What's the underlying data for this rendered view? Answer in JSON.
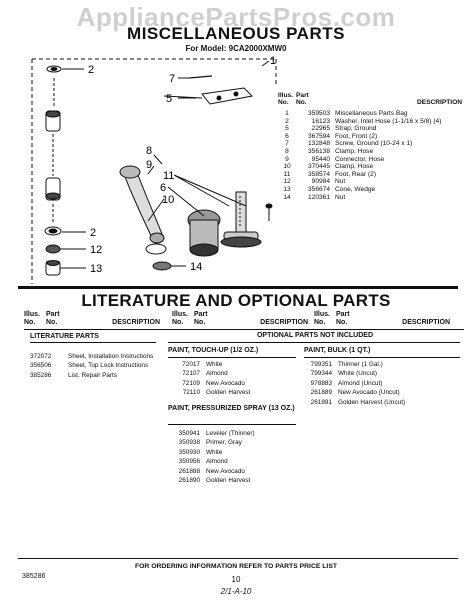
{
  "watermark": "AppliancePartsPros.com",
  "header": {
    "title": "MISCELLANEOUS PARTS",
    "model": "For Model: 9CA2000XMW0"
  },
  "callouts": [
    "2",
    "2",
    "12",
    "13",
    "7",
    "5",
    "8",
    "9",
    "11",
    "6",
    "10",
    "14",
    "1"
  ],
  "parts_table": {
    "col1": "Illus. No.",
    "col1a": "Illus.",
    "col1b": "No.",
    "col2a": "Part",
    "col2b": "No.",
    "col3": "DESCRIPTION",
    "rows": [
      {
        "illus": "1",
        "part": "359503",
        "desc": "Miscellaneous Parts Bag"
      },
      {
        "illus": "2",
        "part": "16123",
        "desc": "Washer, Inlet Hose (1-1/16 x 5/8) (4)"
      },
      {
        "illus": "5",
        "part": "22965",
        "desc": "Strap, Ground"
      },
      {
        "illus": "6",
        "part": "367594",
        "desc": "Foot, Front (2)"
      },
      {
        "illus": "7",
        "part": "132848",
        "desc": "Screw, Ground (10-24 x 1)"
      },
      {
        "illus": "8",
        "part": "356138",
        "desc": "Clamp, Hose"
      },
      {
        "illus": "9",
        "part": "95440",
        "desc": "Connector, Hose"
      },
      {
        "illus": "10",
        "part": "370445",
        "desc": "Clamp, Hose"
      },
      {
        "illus": "11",
        "part": "358574",
        "desc": "Foot, Rear (2)"
      },
      {
        "illus": "12",
        "part": "90984",
        "desc": "Nut"
      },
      {
        "illus": "13",
        "part": "356674",
        "desc": "Cone, Wedge"
      },
      {
        "illus": "14",
        "part": "120361",
        "desc": "Nut"
      }
    ]
  },
  "literature": {
    "title": "LITERATURE AND OPTIONAL PARTS",
    "hdr_illus": "Illus.",
    "hdr_no": "No.",
    "hdr_part": "Part",
    "hdr_desc": "DESCRIPTION",
    "optional_heading": "OPTIONAL PARTS NOT INCLUDED",
    "lit_heading": "LITERATURE PARTS",
    "lit_items": [
      {
        "part": "372072",
        "desc": "Sheet, Installation Instructions"
      },
      {
        "part": "356506",
        "desc": "Sheet, Top Lock Instructions"
      },
      {
        "part": "385286",
        "desc": "List, Repair Parts"
      }
    ],
    "touchup_heading": "PAINT, TOUCH-UP (1/2 OZ.)",
    "touchup_items": [
      {
        "part": "72017",
        "desc": "White"
      },
      {
        "part": "72107",
        "desc": "Almond"
      },
      {
        "part": "72109",
        "desc": "New Avocado"
      },
      {
        "part": "72110",
        "desc": "Golden Harvest"
      }
    ],
    "spray_heading": "PAINT, PRESSURIZED SPRAY (13 OZ.)",
    "spray_items": [
      {
        "part": "350941",
        "desc": "Leveler (Thinner)"
      },
      {
        "part": "350938",
        "desc": "Primer, Gray"
      },
      {
        "part": "350930",
        "desc": "White"
      },
      {
        "part": "350956",
        "desc": "Almond"
      },
      {
        "part": "261888",
        "desc": "New Avocado"
      },
      {
        "part": "261890",
        "desc": "Golden Harvest"
      }
    ],
    "bulk_heading": "PAINT, BULK (1 QT.)",
    "bulk_items": [
      {
        "part": "799351",
        "desc": "Thinner (1 Gal.)"
      },
      {
        "part": "799344",
        "desc": "White (Uncut)"
      },
      {
        "part": "978883",
        "desc": "Almond (Uncut)"
      },
      {
        "part": "261889",
        "desc": "New Avocado (Uncut)"
      },
      {
        "part": "261891",
        "desc": "Golden Harvest (Uncut)"
      }
    ]
  },
  "footer": {
    "note": "FOR ORDERING INFORMATION REFER TO PARTS PRICE LIST",
    "doc_id": "385286",
    "page": "10",
    "handwritten": "2/1-A-10"
  }
}
